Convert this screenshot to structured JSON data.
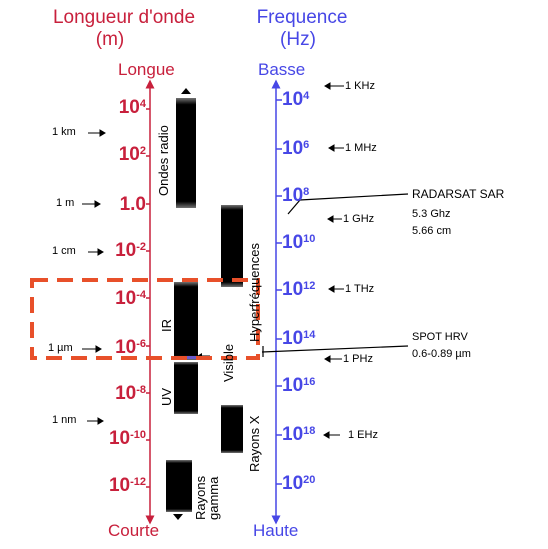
{
  "headers": {
    "wavelength_title": "Longueur d'onde",
    "wavelength_unit": "(m)",
    "frequency_title": "Frequence",
    "frequency_unit": "(Hz)",
    "wavelength_top": "Longue",
    "wavelength_bottom": "Courte",
    "frequency_top": "Basse",
    "frequency_bottom": "Haute"
  },
  "wavelength_ticks": [
    {
      "base": "10",
      "exp": "4"
    },
    {
      "base": "10",
      "exp": "2"
    },
    {
      "base": "1.0",
      "exp": ""
    },
    {
      "base": "10",
      "exp": "-2"
    },
    {
      "base": "10",
      "exp": "-4"
    },
    {
      "base": "10",
      "exp": "-6"
    },
    {
      "base": "10",
      "exp": "-8"
    },
    {
      "base": "10",
      "exp": "-10"
    },
    {
      "base": "10",
      "exp": "-12"
    }
  ],
  "wavelength_notes": [
    "1 km",
    "1 m",
    "1 cm",
    "1 µm",
    "1 nm"
  ],
  "frequency_ticks": [
    {
      "base": "10",
      "exp": "4"
    },
    {
      "base": "10",
      "exp": "6"
    },
    {
      "base": "10",
      "exp": "8"
    },
    {
      "base": "10",
      "exp": "10"
    },
    {
      "base": "10",
      "exp": "12"
    },
    {
      "base": "10",
      "exp": "14"
    },
    {
      "base": "10",
      "exp": "16"
    },
    {
      "base": "10",
      "exp": "18"
    },
    {
      "base": "10",
      "exp": "20"
    }
  ],
  "frequency_notes": [
    "1 KHz",
    "1 MHz",
    "1 GHz",
    "1 THz",
    "1 PHz",
    "1 EHz"
  ],
  "bands": [
    "Ondes radio",
    "Hyperfréquences",
    "IR",
    "Visible",
    "UV",
    "Rayons X",
    "Rayons gamma"
  ],
  "annotations": {
    "radarsat_title": "RADARSAT SAR",
    "radarsat_freq": "5.3 Ghz",
    "radarsat_wave": "5.66 cm",
    "spot_title": "SPOT HRV",
    "spot_range": "0.6-0.89 µm"
  },
  "colors": {
    "wavelength_color": "#c8203c",
    "frequency_color": "#4747e6",
    "highlight_color": "#e8502a",
    "band_color": "#000000"
  }
}
